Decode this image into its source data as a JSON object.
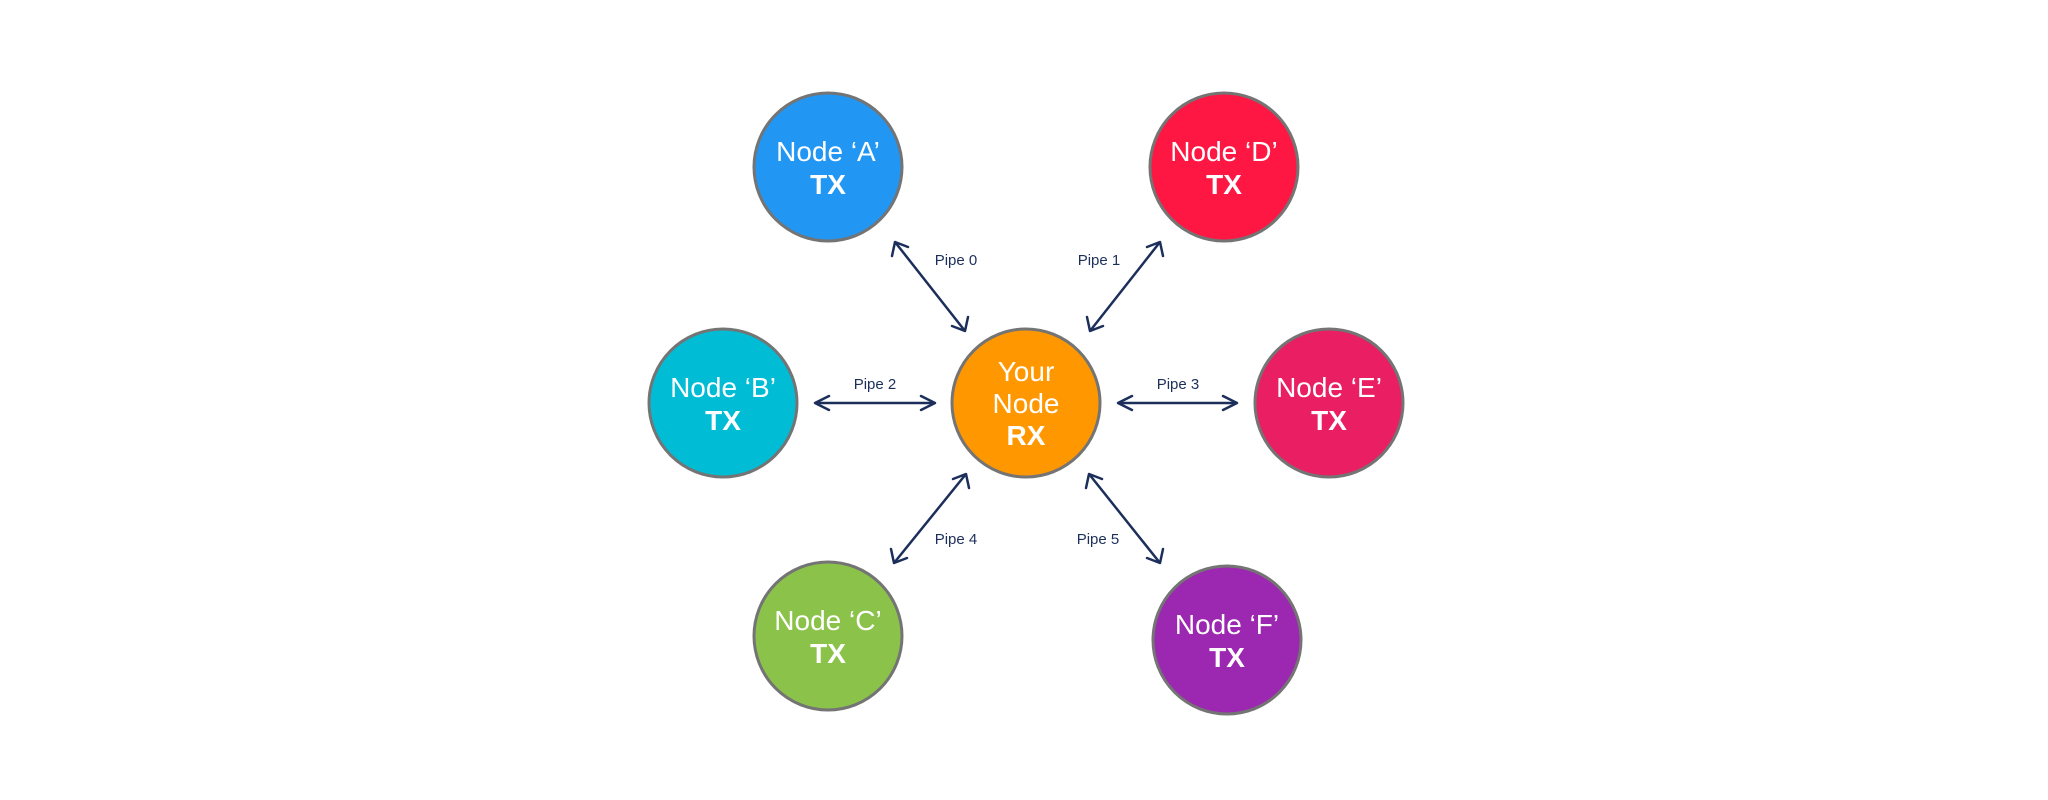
{
  "center": {
    "line1": "Your",
    "line2": "Node",
    "role": "RX",
    "color": "#ff9800"
  },
  "nodes": [
    {
      "id": "a",
      "label": "Node ‘A’",
      "role": "TX",
      "color": "#2196f3"
    },
    {
      "id": "b",
      "label": "Node ‘B’",
      "role": "TX",
      "color": "#00bcd4"
    },
    {
      "id": "c",
      "label": "Node ‘C’",
      "role": "TX",
      "color": "#8bc34a"
    },
    {
      "id": "d",
      "label": "Node ‘D’",
      "role": "TX",
      "color": "#ff1744"
    },
    {
      "id": "e",
      "label": "Node ‘E’",
      "role": "TX",
      "color": "#e91e63"
    },
    {
      "id": "f",
      "label": "Node ‘F’",
      "role": "TX",
      "color": "#9c27b0"
    }
  ],
  "pipes": [
    {
      "label": "Pipe 0"
    },
    {
      "label": "Pipe 1"
    },
    {
      "label": "Pipe 2"
    },
    {
      "label": "Pipe 3"
    },
    {
      "label": "Pipe 4"
    },
    {
      "label": "Pipe 5"
    }
  ],
  "colors": {
    "outline": "#747474",
    "arrow": "#1c2f5b",
    "background": "#ffffff"
  }
}
